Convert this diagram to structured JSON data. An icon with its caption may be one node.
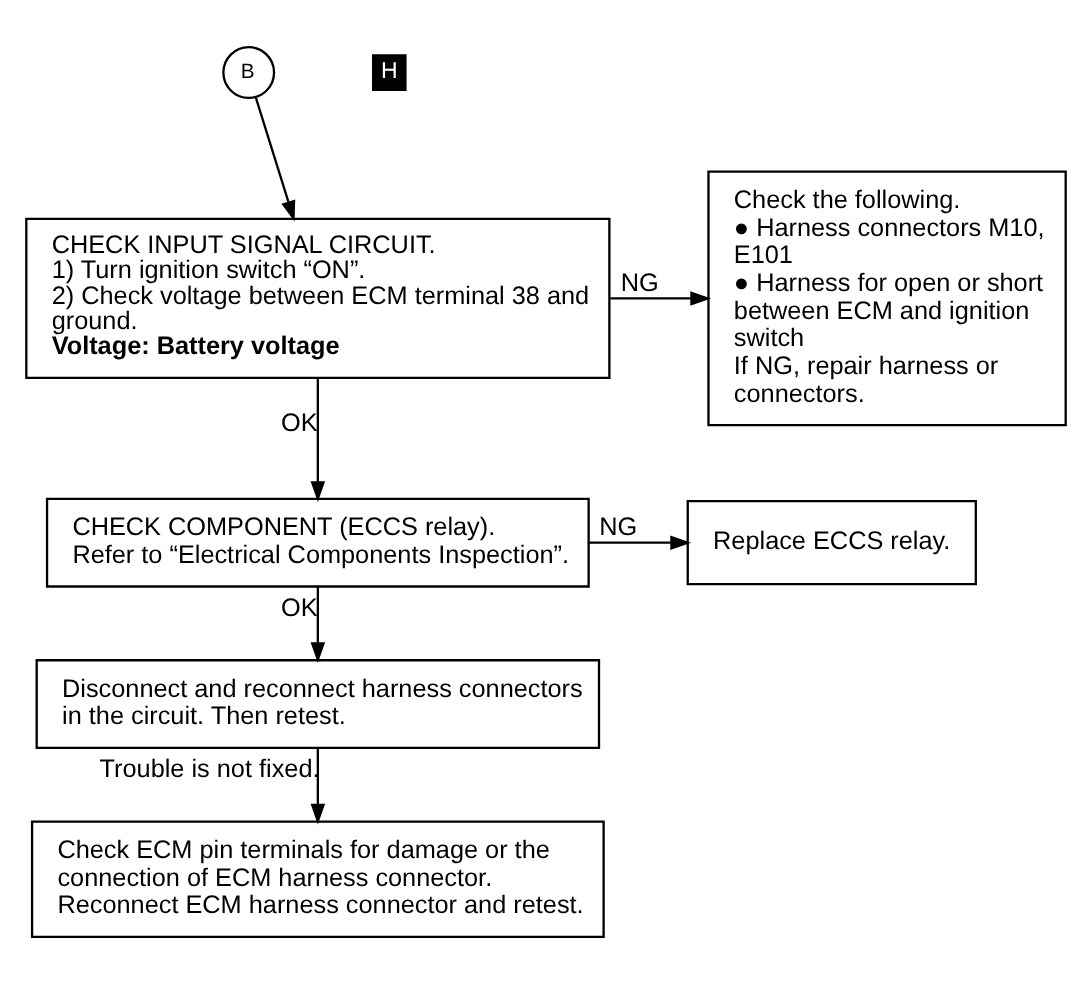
{
  "diagram": {
    "nodes": [
      {
        "text": [
          "B"
        ]
      },
      {
        "text": [
          "CHECK INPUT SIGNAL CIRCUIT.",
          "1) Turn ignition switch “ON”.",
          "2) Check voltage between ECM terminal 38 and ground.",
          "**Voltage: Battery voltage**"
        ]
      },
      {
        "text": [
          "Check the following.",
          "● Harness connectors M10, E101",
          "● Harness for open or short between ECM and ignition switch",
          "If NG, repair harness or connectors."
        ]
      },
      {
        "text": [
          "CHECK COMPONENT (ECCS relay).",
          "Refer to “Electrical Components Inspection”."
        ]
      },
      {
        "text": [
          "Replace ECCS relay."
        ]
      },
      {
        "text": [
          "Disconnect and reconnect harness connectors in the circuit. Then retest."
        ]
      },
      {
        "text": [
          "Check ECM pin terminals for damage or the connection of ECM harness connector. Reconnect ECM harness connector and retest."
        ]
      }
    ],
    "edges": [
      {
        "from": 0,
        "to": 1,
        "arrow": "to"
      },
      {
        "from": 1,
        "to": 2,
        "arrow": "to",
        "label": "NG"
      },
      {
        "from": 1,
        "to": 3,
        "arrow": "to",
        "label": "OK"
      },
      {
        "from": 3,
        "to": 4,
        "arrow": "to",
        "label": "NG"
      },
      {
        "from": 3,
        "to": 5,
        "arrow": "to",
        "label": "OK"
      },
      {
        "from": 5,
        "to": 6,
        "arrow": "to",
        "label": "Trouble is not fixed."
      }
    ],
    "labels": [
      "H"
    ]
  }
}
